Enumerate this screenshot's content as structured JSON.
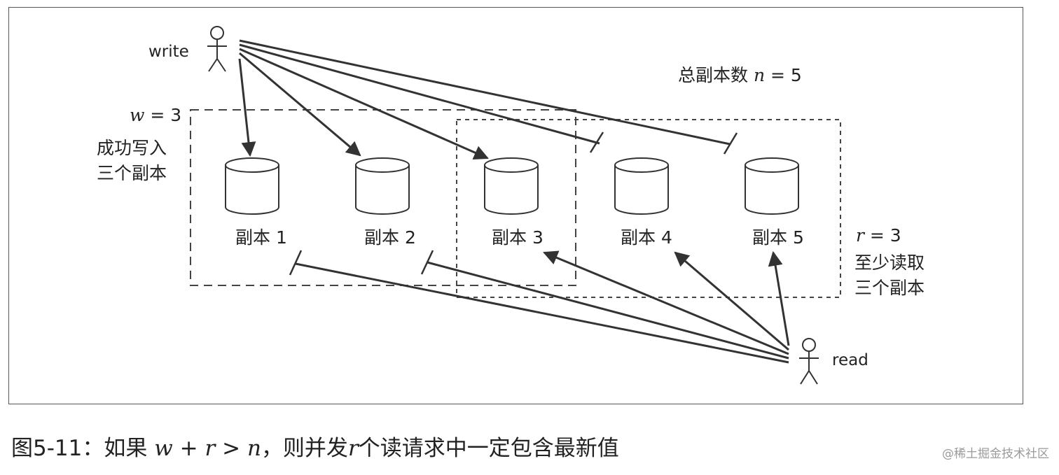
{
  "actors": {
    "write": "write",
    "read": "read"
  },
  "total": {
    "prefix": "总副本数 ",
    "var": "n",
    "suffix": " = 5"
  },
  "write_quorum": {
    "var": "w",
    "suffix": " = 3",
    "line1": "成功写入",
    "line2": "三个副本"
  },
  "read_quorum": {
    "var": "r",
    "suffix": " = 3",
    "line1": "至少读取",
    "line2": "三个副本"
  },
  "replicas": [
    "副本 1",
    "副本 2",
    "副本 3",
    "副本 4",
    "副本 5"
  ],
  "caption": {
    "prefix": "图5-11：如果 ",
    "w": "w",
    "plus": " + ",
    "r": "r",
    "gt": " > ",
    "n": "n",
    "mid": "，则并发",
    "r2": "r",
    "suffix": "个读请求中一定包含最新值"
  },
  "watermark": "@稀土掘金技术社区",
  "colors": {
    "line": "#333333",
    "dashed": "#444444"
  }
}
